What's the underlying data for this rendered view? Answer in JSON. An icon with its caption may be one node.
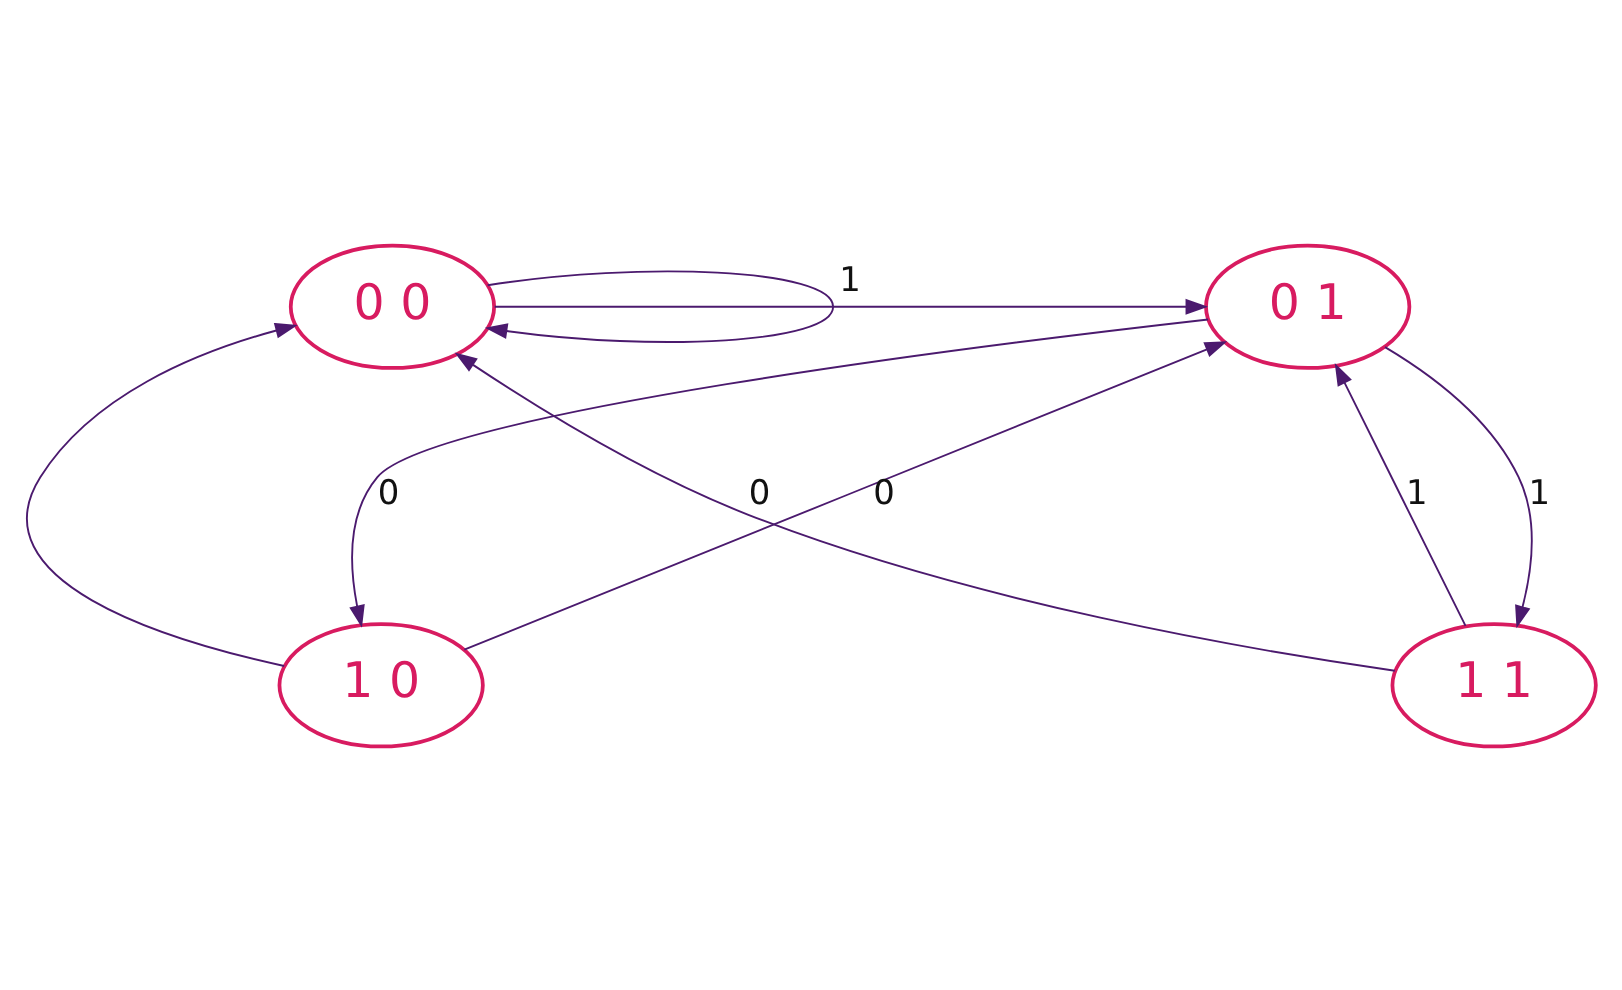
{
  "diagram": {
    "nodes": [
      {
        "text": [
          "0 0"
        ]
      },
      {
        "text": [
          "0 1"
        ]
      },
      {
        "text": [
          "1 1"
        ]
      },
      {
        "text": [
          "1 0"
        ]
      }
    ],
    "edges": [
      {
        "from": 0,
        "to": 0,
        "arrow": "to"
      },
      {
        "from": 0,
        "to": 1,
        "arrow": "to",
        "label": "1"
      },
      {
        "from": 2,
        "to": 0,
        "arrow": "to",
        "label": "0"
      },
      {
        "from": 1,
        "to": 2,
        "arrow": "to",
        "label": "1"
      },
      {
        "from": 2,
        "to": 1,
        "arrow": "to",
        "label": "1"
      },
      {
        "from": 3,
        "to": 0,
        "arrow": "to"
      },
      {
        "from": 1,
        "to": 3,
        "arrow": "to",
        "label": "0"
      },
      {
        "from": 3,
        "to": 1,
        "arrow": "to",
        "label": "0"
      }
    ]
  }
}
